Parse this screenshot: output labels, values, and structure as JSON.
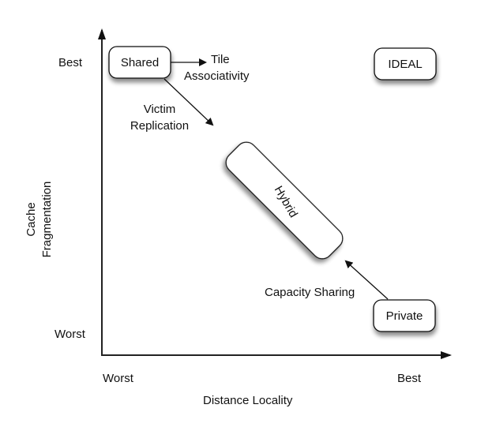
{
  "axes": {
    "y_label_line1": "Cache",
    "y_label_line2": "Fragmentation",
    "y_best": "Best",
    "y_worst": "Worst",
    "x_label": "Distance Locality",
    "x_worst": "Worst",
    "x_best": "Best"
  },
  "nodes": {
    "shared": "Shared",
    "ideal": "IDEAL",
    "hybrid": "Hybrid",
    "private": "Private"
  },
  "edges": {
    "tile_line1": "Tile",
    "tile_line2": "Associativity",
    "victim_line1": "Victim",
    "victim_line2": "Replication",
    "capacity": "Capacity Sharing"
  }
}
